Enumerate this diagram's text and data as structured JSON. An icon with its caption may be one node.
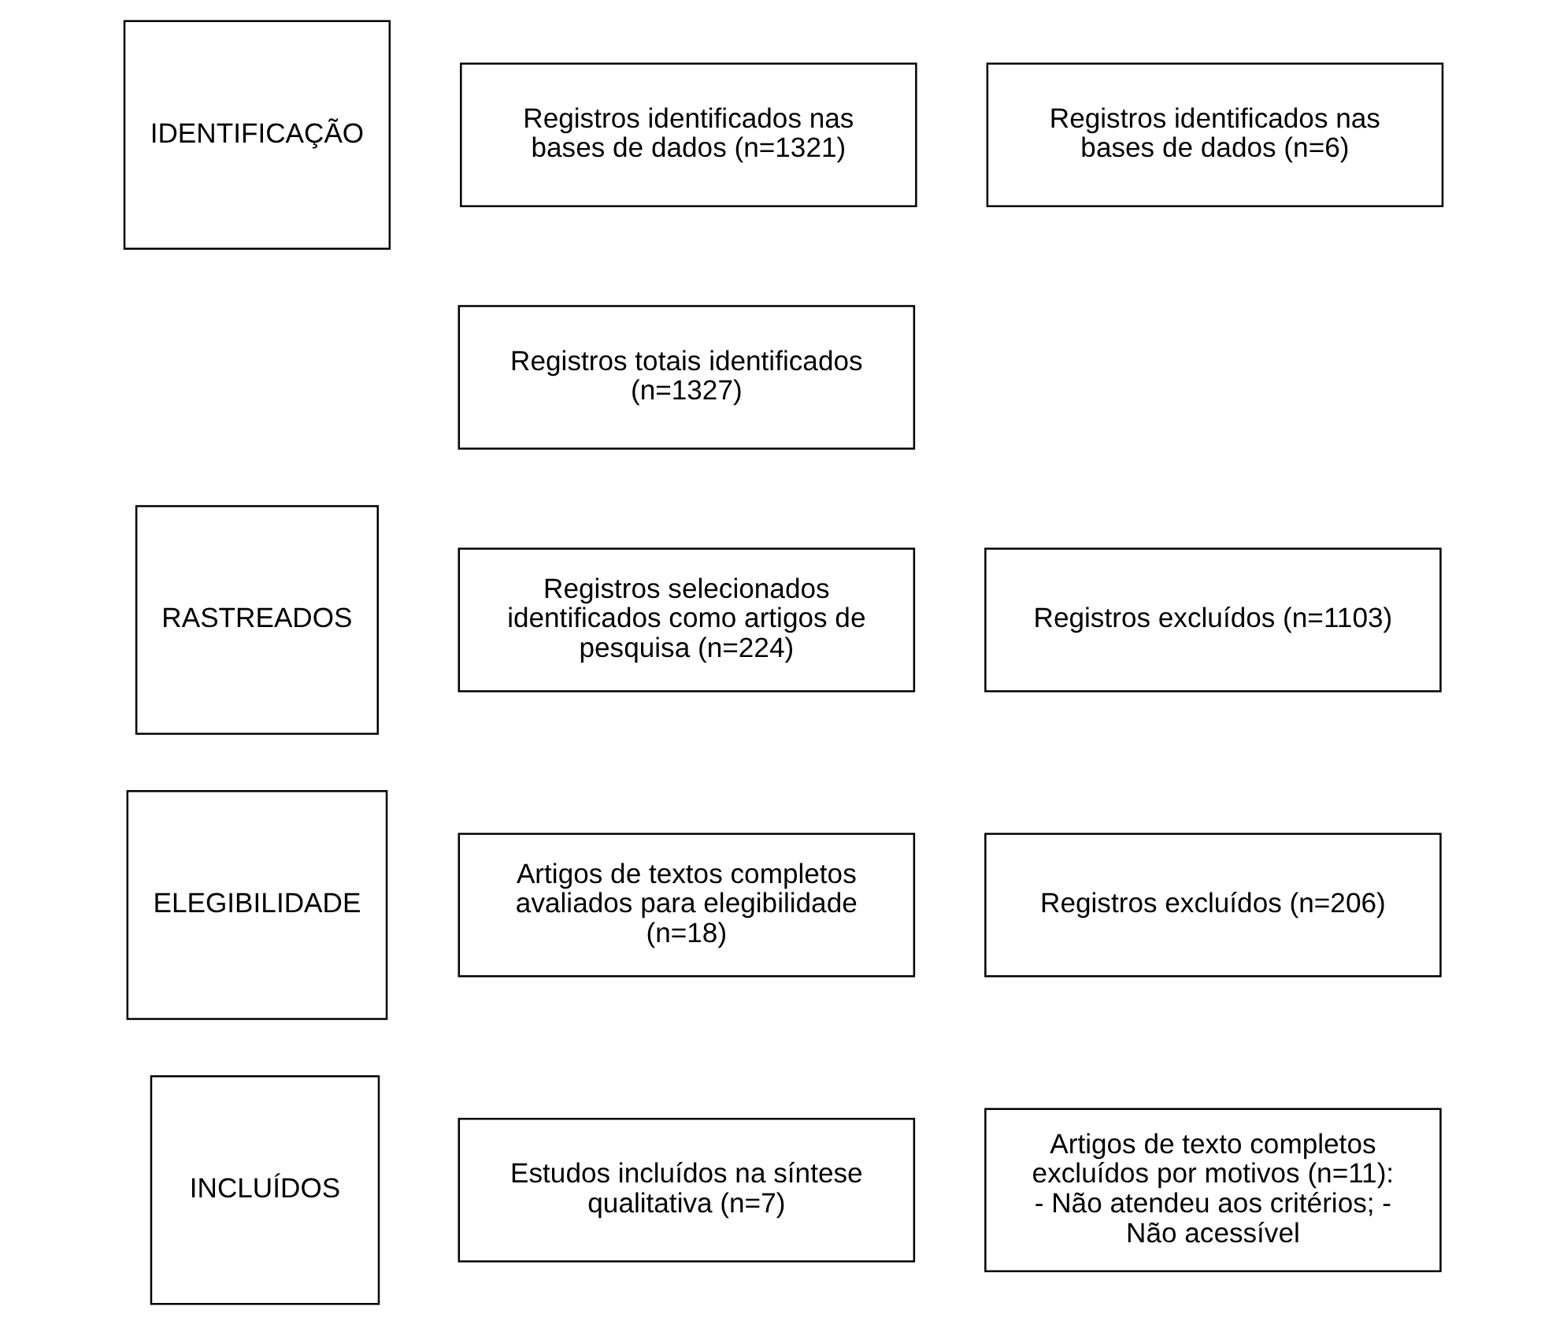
{
  "diagram": {
    "nodes": [
      {
        "text": [
          "IDENTIFICAÇÃO"
        ]
      },
      {
        "text": [
          "Registros identificados nas bases de dados (n=1321)"
        ]
      },
      {
        "text": [
          "Registros identificados nas bases de dados (n=6)"
        ]
      },
      {
        "text": [
          "Registros totais identificados (n=1327)"
        ]
      },
      {
        "text": [
          "RASTREADOS"
        ]
      },
      {
        "text": [
          "Registros selecionados identificados como artigos de pesquisa (n=224)"
        ]
      },
      {
        "text": [
          "Registros excluídos (n=1103)"
        ]
      },
      {
        "text": [
          "ELEGIBILIDADE"
        ]
      },
      {
        "text": [
          "Artigos de textos completos avaliados para elegibilidade (n=18)"
        ]
      },
      {
        "text": [
          "Registros excluídos (n=206)"
        ]
      },
      {
        "text": [
          "INCLUÍDOS"
        ]
      },
      {
        "text": [
          "Estudos incluídos na síntese qualitativa (n=7)"
        ]
      },
      {
        "text": [
          "Artigos de texto completos excluídos por motivos (n=11): - Não atendeu aos critérios; - Não acessível"
        ]
      }
    ],
    "edges": []
  }
}
